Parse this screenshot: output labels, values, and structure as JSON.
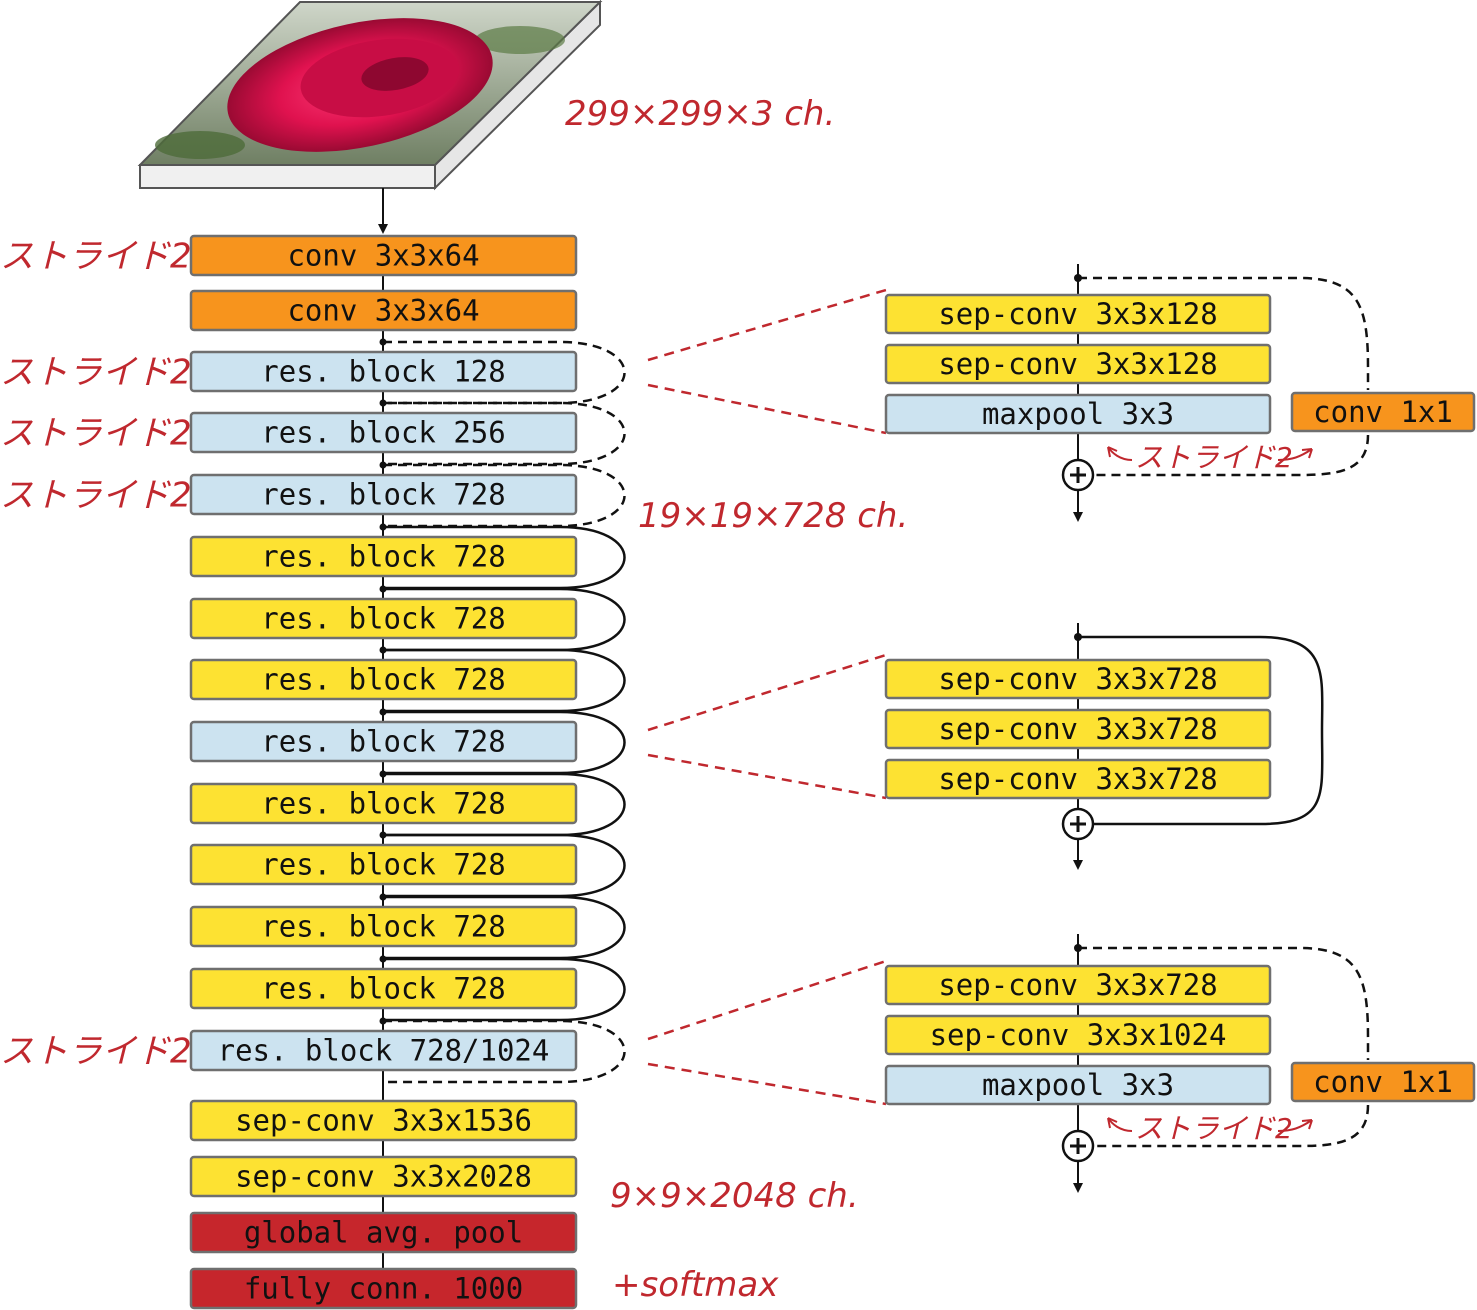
{
  "colors": {
    "conv": "#f7941d",
    "res_block_stride": "#cce3f0",
    "res_block": "#fde232",
    "sep_conv": "#fde232",
    "maxpool": "#cce3f0",
    "head": "#c6262c",
    "annotation": "#c0282e"
  },
  "input": {
    "image_icon": "rose-photo-icon",
    "shape_label": "299×299×3 ch."
  },
  "main_stack": [
    {
      "label": "conv 3x3x64",
      "kind": "conv",
      "side_note": "ストライド2"
    },
    {
      "label": "conv 3x3x64",
      "kind": "conv"
    },
    {
      "label": "res. block 128",
      "kind": "res_block_stride",
      "side_note": "ストライド2",
      "skip": "dashed"
    },
    {
      "label": "res. block 256",
      "kind": "res_block_stride",
      "side_note": "ストライド2",
      "skip": "dashed"
    },
    {
      "label": "res. block 728",
      "kind": "res_block_stride",
      "side_note": "ストライド2",
      "skip": "dashed"
    },
    {
      "label": "res. block 728",
      "kind": "res_block",
      "skip": "solid"
    },
    {
      "label": "res. block 728",
      "kind": "res_block",
      "skip": "solid"
    },
    {
      "label": "res. block 728",
      "kind": "res_block",
      "skip": "solid"
    },
    {
      "label": "res. block 728",
      "kind": "res_block_stride",
      "skip": "solid"
    },
    {
      "label": "res. block 728",
      "kind": "res_block",
      "skip": "solid"
    },
    {
      "label": "res. block 728",
      "kind": "res_block",
      "skip": "solid"
    },
    {
      "label": "res. block 728",
      "kind": "res_block",
      "skip": "solid"
    },
    {
      "label": "res. block 728",
      "kind": "res_block",
      "skip": "solid"
    },
    {
      "label": "res. block 728/1024",
      "kind": "res_block_stride",
      "side_note": "ストライド2",
      "skip": "dashed"
    },
    {
      "label": "sep-conv 3x3x1536",
      "kind": "sep_conv"
    },
    {
      "label": "sep-conv 3x3x2028",
      "kind": "sep_conv"
    },
    {
      "label": "global avg. pool",
      "kind": "head"
    },
    {
      "label": "fully conn. 1000",
      "kind": "head"
    }
  ],
  "shape_notes": [
    "19×19×728 ch.",
    "9×9×2048 ch.",
    "+softmax"
  ],
  "details": [
    {
      "expands_block": 2,
      "layers": [
        {
          "label": "sep-conv 3x3x128",
          "kind": "sep_conv"
        },
        {
          "label": "sep-conv 3x3x128",
          "kind": "sep_conv"
        },
        {
          "label": "maxpool 3x3",
          "kind": "maxpool"
        }
      ],
      "shortcut": {
        "label": "conv 1x1",
        "kind": "conv",
        "note": "ストライド2",
        "style": "dashed"
      },
      "add_icon": "plus-circle-icon"
    },
    {
      "expands_block": 8,
      "layers": [
        {
          "label": "sep-conv 3x3x728",
          "kind": "sep_conv"
        },
        {
          "label": "sep-conv 3x3x728",
          "kind": "sep_conv"
        },
        {
          "label": "sep-conv 3x3x728",
          "kind": "sep_conv"
        }
      ],
      "shortcut": {
        "style": "solid"
      },
      "add_icon": "plus-circle-icon"
    },
    {
      "expands_block": 13,
      "layers": [
        {
          "label": "sep-conv 3x3x728",
          "kind": "sep_conv"
        },
        {
          "label": "sep-conv 3x3x1024",
          "kind": "sep_conv"
        },
        {
          "label": "maxpool 3x3",
          "kind": "maxpool"
        }
      ],
      "shortcut": {
        "label": "conv 1x1",
        "kind": "conv",
        "note": "ストライド2",
        "style": "dashed"
      },
      "add_icon": "plus-circle-icon"
    }
  ]
}
